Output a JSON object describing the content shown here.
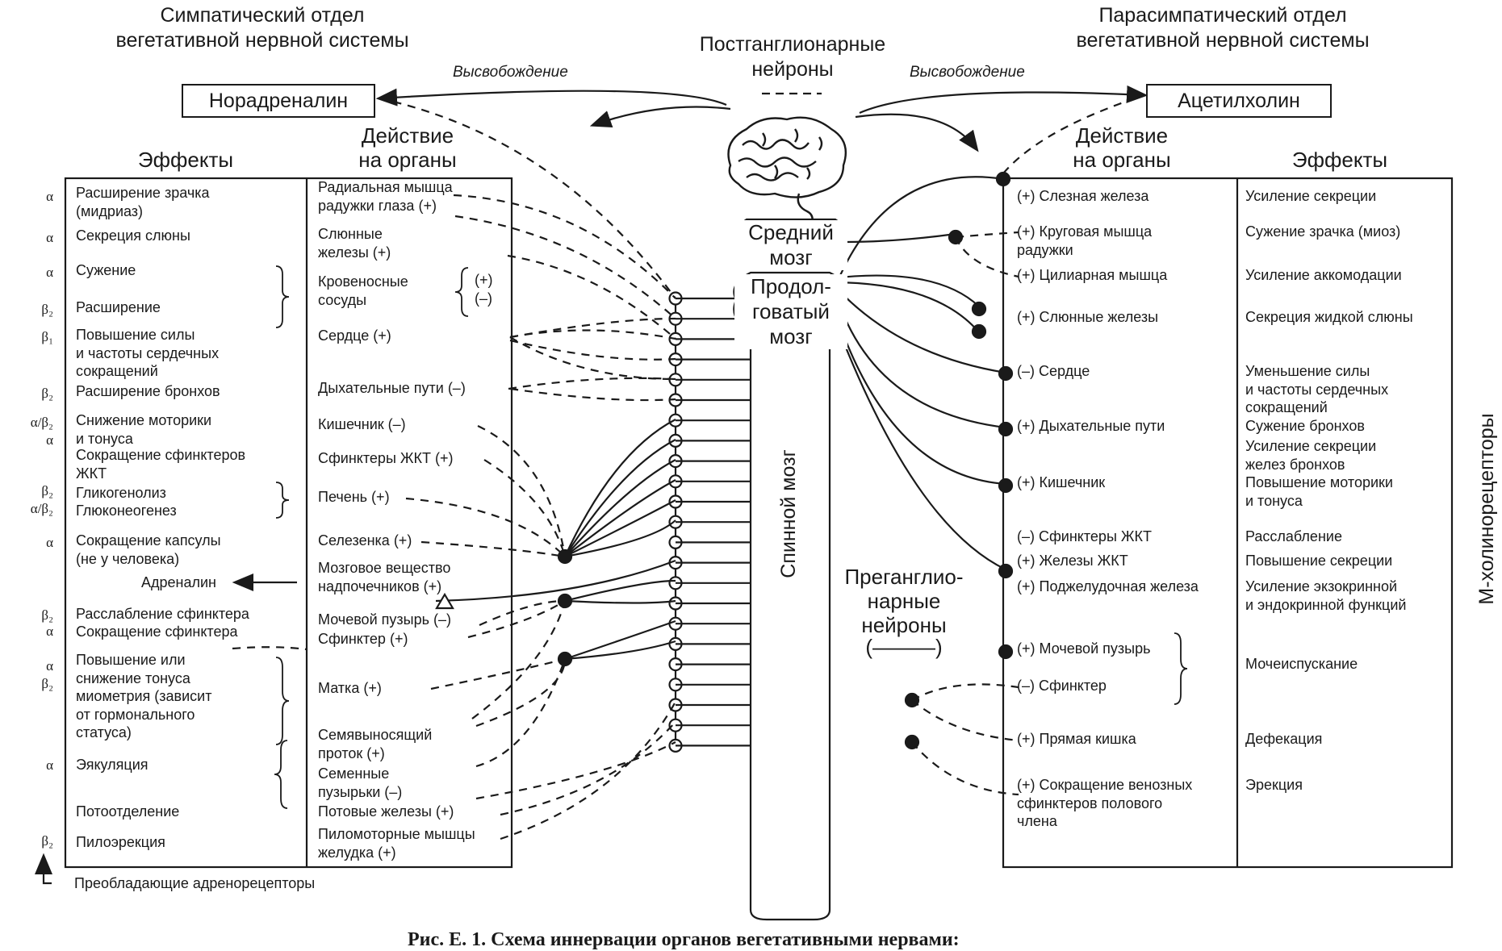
{
  "headings": {
    "sympathetic": "Симпатический отдел\nвегетативной нервной системы",
    "parasympathetic": "Парасимпатический отдел\nвегетативной нервной системы",
    "postganglionic": "Постганглионарные\nнейроны",
    "postganglionic_legend": "(– – – –)",
    "preganglionic": "Преганглио-\nнарные\nнейроны",
    "preganglionic_legend": "(———)",
    "release_left": "Высвобождение",
    "release_right": "Высвобождение",
    "noradrenaline": "Норадреналин",
    "acetylcholine": "Ацетилхолин",
    "action_left": "Действие\nна органы",
    "action_right": "Действие\nна органы",
    "effects_left": "Эффекты",
    "effects_right": "Эффекты",
    "m_receptors": "М-холинорецепторы",
    "adrenoreceptors_note": "Преобладающие адренорецепторы",
    "adrenaline": "Адреналин"
  },
  "cns": {
    "midbrain": "Средний\nмозг",
    "medulla": "Продол-\nговатый\nмозг",
    "spinal_cord": "Спинной мозг"
  },
  "sympathetic": {
    "receptors": [
      "α",
      "α",
      "α",
      "β₂",
      "β₁",
      "β₂",
      "α/β₂",
      "α",
      "β₂",
      "α/β₂",
      "α",
      "β₂",
      "α",
      "α",
      "β₂",
      "α",
      "β₂"
    ],
    "effects": [
      "Расширение зрачка\n(мидриаз)",
      "Секреция слюны",
      "Сужение",
      "Расширение",
      "Повышение силы\nи частоты сердечных\nсокращений",
      "Расширение бронхов",
      "Снижение моторики\nи тонуса",
      "Сокращение сфинктеров\nЖКТ",
      "Гликогенолиз",
      "Глюконеогенез",
      "Сокращение капсулы\n(не у человека)",
      "Расслабление сфинктера",
      "Сокращение сфинктера",
      "Повышение или\nснижение тонуса\nмиометрия (зависит\nот гормонального\nстатуса)",
      "Эякуляция",
      "Потоотделение",
      "Пилоэрекция"
    ],
    "organs": [
      "Радиальная мышца\nрадужки глаза (+)",
      "Слюнные\nжелезы (+)",
      "Кровеносные\nсосуды",
      "Сердце (+)",
      "Дыхательные пути (–)",
      "Кишечник (–)",
      "Сфинктеры ЖКТ (+)",
      "Печень (+)",
      "Селезенка (+)",
      "Мозговое вещество\nнадпочечников (+)",
      "Мочевой пузырь (–)",
      "Сфинктер (+)",
      "Матка (+)",
      "Семявыносящий\nпроток (+)",
      "Семенные\nпузырьки (–)",
      "Потовые железы (+)",
      "Пиломоторные мышцы\nжелудка (+)"
    ],
    "vessel_signs": "(+)\n(–)"
  },
  "parasympathetic": {
    "organs": [
      "(+) Слезная железа",
      "(+) Круговая мышца\nрадужки",
      "(+) Цилиарная мышца",
      "(+) Слюнные железы",
      "(–) Сердце",
      "(+) Дыхательные пути",
      "(+) Кишечник",
      "(–) Сфинктеры ЖКТ",
      "(+) Железы ЖКТ",
      "(+) Поджелудочная железа",
      "(+) Мочевой пузырь",
      "(–) Сфинктер",
      "(+) Прямая кишка",
      "(+) Сокращение венозных\nсфинктеров полового\nчлена"
    ],
    "effects": [
      "Усиление секреции",
      "Сужение зрачка (миоз)",
      "Усиление аккомодации",
      "Секреция жидкой слюны",
      "Уменьшение силы\nи частоты сердечных\nсокращений",
      "Сужение бронхов",
      "Усиление секреции\nжелез бронхов",
      "Повышение моторики\nи тонуса",
      "Расслабление",
      "Повышение секреции",
      "Усиление экзокринной\nи эндокринной функций",
      "Мочеиспускание",
      "Дефекация",
      "Эрекция"
    ]
  },
  "caption": "Рис. Е. 1. Схема иннервации органов вегетативными нервами:"
}
